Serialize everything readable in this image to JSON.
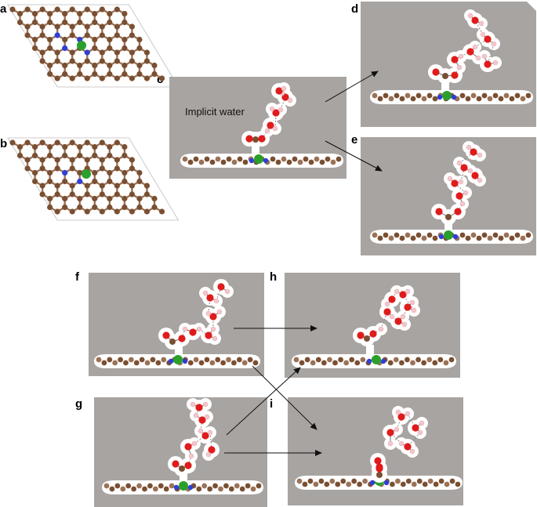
{
  "figure": {
    "panel_labels": [
      "a",
      "b",
      "c",
      "d",
      "e",
      "f",
      "g",
      "h",
      "i"
    ],
    "annotation": "Implicit water"
  },
  "colors": {
    "background": "#ffffff",
    "panel_fill": "#a8a4a1",
    "solvent_cavity": "#ffffff",
    "carbon": "#7a4f32",
    "carbon_light": "#9a7257",
    "nitrogen": "#2f3fd6",
    "metal": "#2aa02a",
    "oxygen": "#e01b1b",
    "hydrogen": "#f4c6cc",
    "bond": "#8a8a8a",
    "arrow": "#111111"
  },
  "icons": {
    "arrow": "arrow-right-icon",
    "carbon_atom": "carbon-atom-icon",
    "nitrogen_atom": "nitrogen-atom-icon",
    "metal_atom": "metal-atom-icon",
    "oxygen_atom": "oxygen-atom-icon",
    "hydrogen_atom": "hydrogen-atom-icon"
  }
}
